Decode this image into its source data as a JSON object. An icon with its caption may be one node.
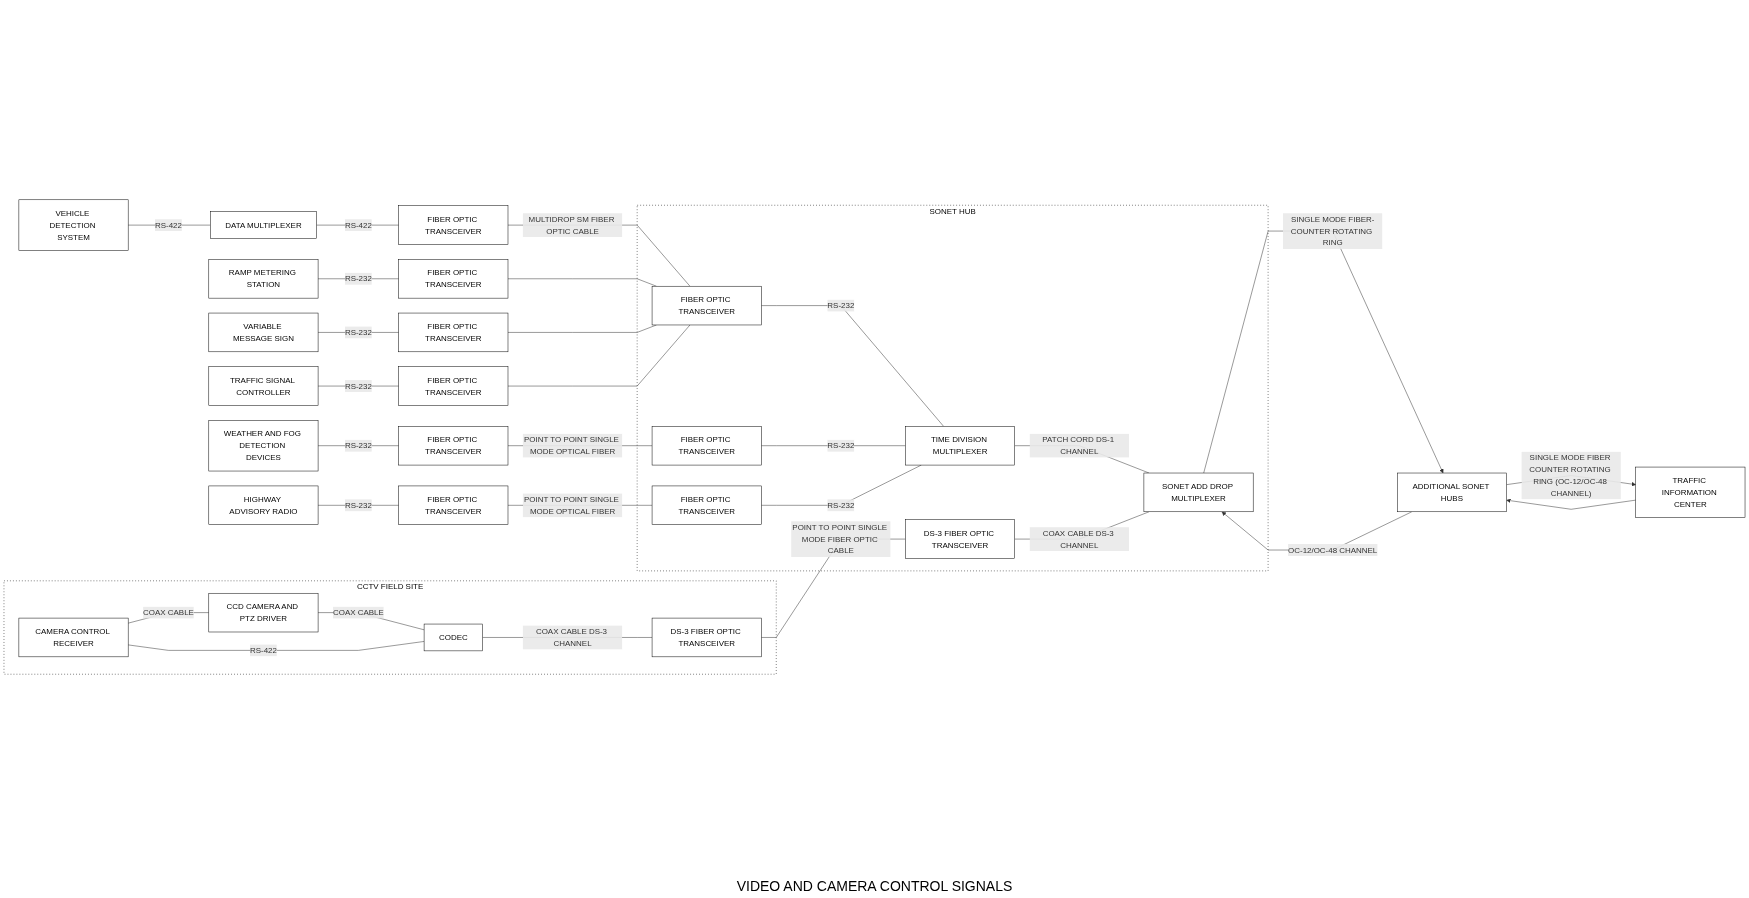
{
  "diagram": {
    "nodes": [
      {
        "text": [
          "CCTV FIELD SITE"
        ]
      },
      {
        "text": [
          "CAMERA CONTROL RECEIVER"
        ],
        "in": 0
      },
      {
        "text": [
          "CCD CAMERA AND PTZ DRIVER"
        ],
        "in": 0
      },
      {
        "text": [
          "CODEC"
        ],
        "in": 0
      },
      {
        "text": [
          "DS-3 FIBER OPTIC TRANSCEIVER"
        ],
        "in": 0
      },
      {
        "text": [
          "SONET HUB"
        ]
      },
      {
        "text": [
          "FIBER OPTIC TRANSCEIVER"
        ],
        "in": 5
      },
      {
        "text": [
          "TIME DIVISION MULTIPLEXER"
        ],
        "in": 5
      },
      {
        "text": [
          "FIBER OPTIC TRANSCEIVER"
        ],
        "in": 5
      },
      {
        "text": [
          "FIBER OPTIC TRANSCEIVER"
        ],
        "in": 5
      },
      {
        "text": [
          "DS-3 FIBER OPTIC TRANSCEIVER"
        ],
        "in": 5
      },
      {
        "text": [
          "SONET ADD DROP MULTIPLEXER"
        ],
        "in": 5
      },
      {
        "text": [
          "VEHICLE DETECTION SYSTEM"
        ]
      },
      {
        "text": [
          "DATA MULTIPLEXER"
        ]
      },
      {
        "text": [
          "FIBER OPTIC TRANSCEIVER"
        ]
      },
      {
        "text": [
          "RAMP METERING STATION"
        ]
      },
      {
        "text": [
          "FIBER OPTIC TRANSCEIVER"
        ]
      },
      {
        "text": [
          "VARIABLE MESSAGE SIGN"
        ]
      },
      {
        "text": [
          "FIBER OPTIC TRANSCEIVER"
        ]
      },
      {
        "text": [
          "TRAFFIC SIGNAL CONTROLLER"
        ]
      },
      {
        "text": [
          "FIBER OPTIC TRANSCEIVER"
        ]
      },
      {
        "text": [
          "WEATHER AND FOG DETECTION DEVICES"
        ]
      },
      {
        "text": [
          "FIBER OPTIC TRANSCEIVER"
        ]
      },
      {
        "text": [
          "HIGHWAY ADVISORY RADIO"
        ]
      },
      {
        "text": [
          "FIBER OPTIC TRANSCEIVER"
        ]
      },
      {
        "text": [
          "ADDITIONAL SONET HUBS"
        ]
      },
      {
        "text": [
          "TRAFFIC INFORMATION CENTER"
        ]
      }
    ],
    "edges": [
      {
        "from": 12,
        "to": 13,
        "arrow": "none",
        "label": "RS-422"
      },
      {
        "from": 13,
        "to": 14,
        "arrow": "none",
        "label": "RS-422"
      },
      {
        "from": 14,
        "to": 6,
        "arrow": "none",
        "label": "MULTIDROP SM FIBER OPTIC CABLE"
      },
      {
        "from": 15,
        "to": 16,
        "arrow": "none",
        "label": "RS-232"
      },
      {
        "from": 16,
        "to": 6,
        "arrow": "none"
      },
      {
        "from": 17,
        "to": 18,
        "arrow": "none",
        "label": "RS-232"
      },
      {
        "from": 18,
        "to": 6,
        "arrow": "none"
      },
      {
        "from": 19,
        "to": 20,
        "arrow": "none",
        "label": "RS-232"
      },
      {
        "from": 20,
        "to": 6,
        "arrow": "none"
      },
      {
        "from": 1,
        "to": 2,
        "arrow": "none",
        "label": "COAX CABLE"
      },
      {
        "from": 2,
        "to": 3,
        "arrow": "none",
        "label": "COAX CABLE"
      },
      {
        "from": 1,
        "to": 3,
        "arrow": "none",
        "label": "RS-422"
      },
      {
        "from": 3,
        "to": 4,
        "arrow": "none",
        "label": "COAX CABLE DS-3 CHANNEL"
      },
      {
        "from": 4,
        "to": 10,
        "arrow": "none",
        "label": "POINT TO POINT SINGLE MODE FIBER OPTIC CABLE"
      },
      {
        "from": 6,
        "to": 7,
        "arrow": "none",
        "label": "RS-232"
      },
      {
        "from": 8,
        "to": 7,
        "arrow": "none",
        "label": "RS-232"
      },
      {
        "from": 9,
        "to": 7,
        "arrow": "none",
        "label": "RS-232"
      },
      {
        "from": 21,
        "to": 22,
        "arrow": "none",
        "label": "RS-232"
      },
      {
        "from": 22,
        "to": 8,
        "arrow": "none",
        "label": "POINT TO POINT SINGLE MODE OPTICAL FIBER"
      },
      {
        "from": 23,
        "to": 24,
        "arrow": "none",
        "label": "RS-232"
      },
      {
        "from": 24,
        "to": 9,
        "arrow": "none",
        "label": "POINT TO POINT SINGLE MODE OPTICAL FIBER"
      },
      {
        "from": 7,
        "to": 11,
        "arrow": "none",
        "label": "PATCH CORD DS-1 CHANNEL"
      },
      {
        "from": 10,
        "to": 11,
        "arrow": "none",
        "label": "COAX CABLE DS-3 CHANNEL"
      },
      {
        "from": 11,
        "to": 25,
        "arrow": "to",
        "label": "SINGLE MODE FIBER-COUNTER ROTATING RING"
      },
      {
        "from": 25,
        "to": 11,
        "arrow": "to",
        "label": "OC-12/OC-48 CHANNEL"
      },
      {
        "from": 25,
        "to": 26,
        "arrow": "to",
        "label": "SINGLE MODE FIBER COUNTER ROTATING RING (OC-12/OC-48 CHANNEL)"
      },
      {
        "from": 26,
        "to": 25,
        "arrow": "to"
      }
    ],
    "labels": [
      "VIDEO AND CAMERA CONTROL SIGNALS"
    ]
  }
}
